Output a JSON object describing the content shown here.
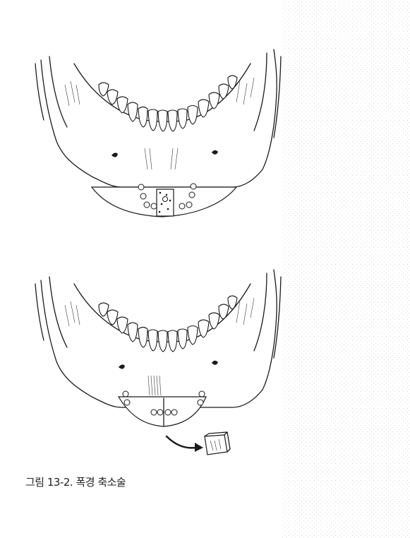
{
  "figure": {
    "caption": "그림 13-2. 폭경 축소술",
    "panels": [
      {
        "name": "narrowing-genioplasty-fixed"
      },
      {
        "name": "narrowing-genioplasty-segment-removal"
      }
    ]
  }
}
